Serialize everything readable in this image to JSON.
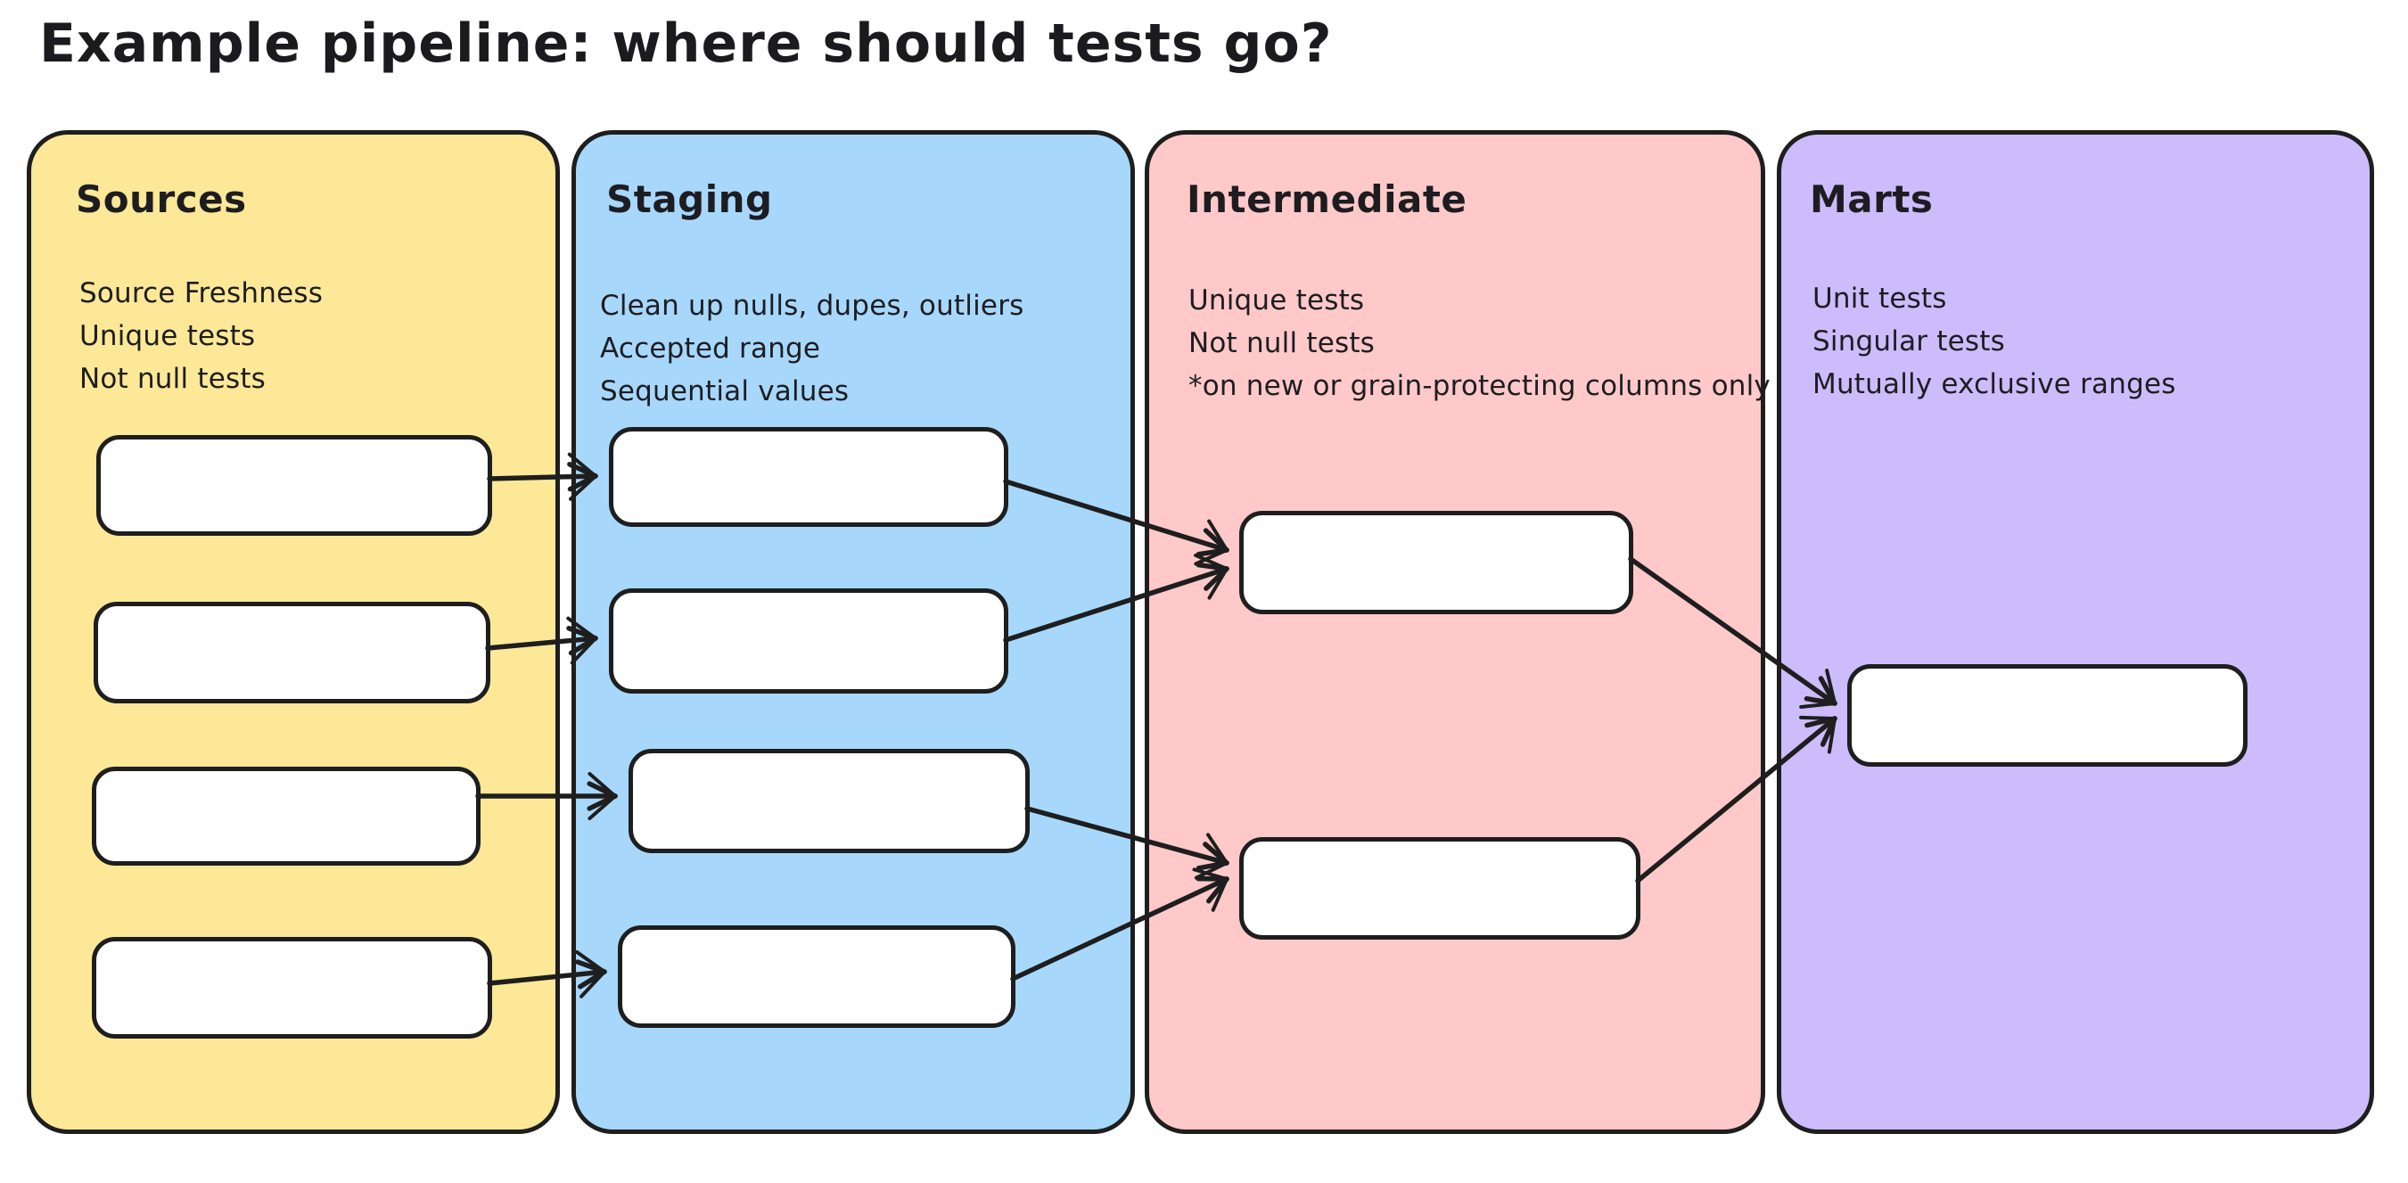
{
  "title": "Example pipeline: where should tests go?",
  "colors": {
    "background": "#ffffff",
    "ink": "#1e1e1e",
    "sources_fill": "#fce896",
    "staging_fill": "#a7d8fc",
    "intermediate_fill": "#ffc9c9",
    "marts_fill": "#cdbcfc",
    "node_fill": "#ffffff"
  },
  "columns": [
    {
      "id": "sources",
      "header": "Sources",
      "notes": [
        "Source Freshness",
        "Unique tests",
        "Not null tests"
      ],
      "fill": "#fce896",
      "node_count": 4
    },
    {
      "id": "staging",
      "header": "Staging",
      "notes": [
        "Clean up nulls, dupes, outliers",
        "Accepted range",
        "Sequential values"
      ],
      "fill": "#a7d8fc",
      "node_count": 4
    },
    {
      "id": "intermediate",
      "header": "Intermediate",
      "notes": [
        "Unique tests",
        "Not null tests",
        "*on new or grain-protecting columns only"
      ],
      "fill": "#ffc9c9",
      "node_count": 2
    },
    {
      "id": "marts",
      "header": "Marts",
      "notes": [
        "Unit tests",
        "Singular tests",
        "Mutually exclusive ranges"
      ],
      "fill": "#cdbcfc",
      "node_count": 1
    }
  ],
  "edges": [
    "sources-1 → staging-1",
    "sources-2 → staging-2",
    "sources-3 → staging-3",
    "sources-4 → staging-4",
    "staging-1 → intermediate-1",
    "staging-2 → intermediate-1",
    "staging-3 → intermediate-2",
    "staging-4 → intermediate-2",
    "intermediate-1 → marts-1",
    "intermediate-2 → marts-1"
  ]
}
